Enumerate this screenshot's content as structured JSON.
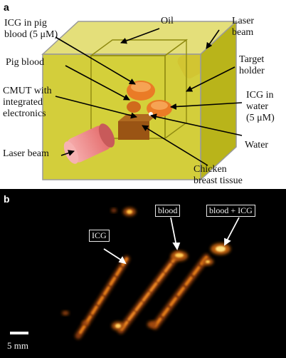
{
  "panel_a": {
    "letter": "a",
    "labels": {
      "icg_pig_blood": "ICG in pig\nblood (5 μM)",
      "oil": "Oil",
      "laser_beam_top": "Laser\nbeam",
      "pig_blood": "Pig blood",
      "target_holder": "Target\nholder",
      "cmut": "CMUT with\nintegrated\nelectronics",
      "icg_water": "ICG in\nwater\n(5 μM)",
      "water": "Water",
      "laser_beam_bottom": "Laser beam",
      "chicken": "Chicken\nbreast tissue"
    }
  },
  "panel_b": {
    "letter": "b",
    "labels": {
      "icg": "ICG",
      "blood": "blood",
      "blood_icg": "blood + ICG"
    },
    "scale_bar": "5 mm"
  },
  "colors": {
    "box_fill": "#d4cf2a",
    "laser": "#f08a8a",
    "target": "#e8782a",
    "arrow": "#000000",
    "glow": "#ffb030"
  }
}
